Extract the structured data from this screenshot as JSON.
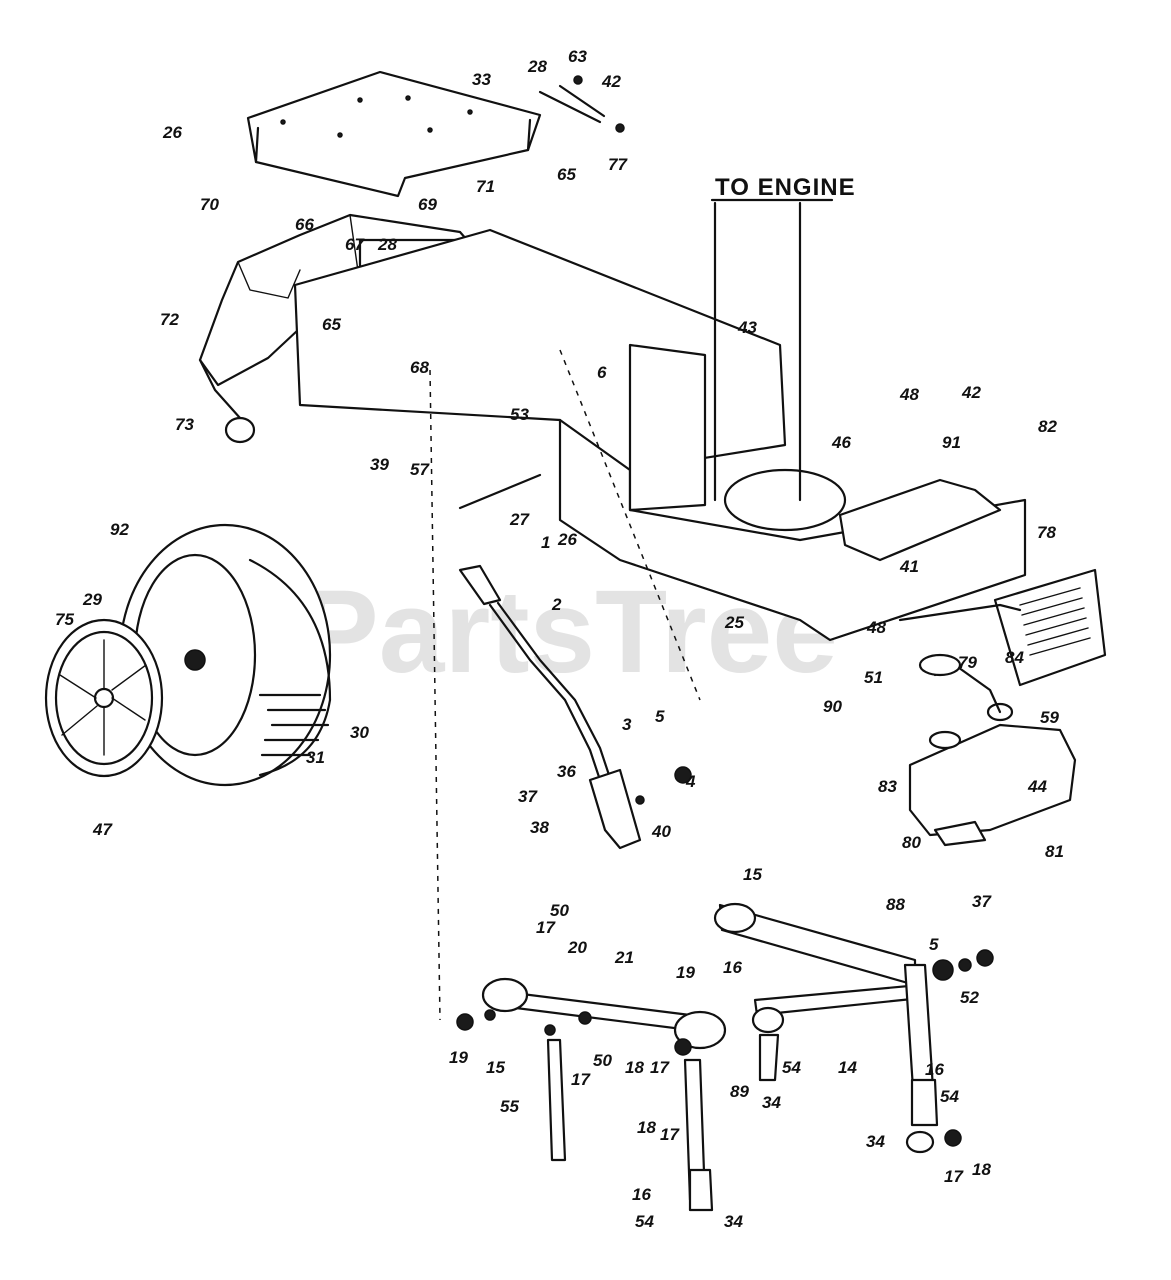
{
  "diagram": {
    "header_text": "TO ENGINE",
    "watermark": "PartsTree",
    "callouts": [
      "26",
      "33",
      "28",
      "63",
      "42",
      "65",
      "77",
      "71",
      "70",
      "66",
      "69",
      "67",
      "28",
      "65",
      "72",
      "68",
      "73",
      "39",
      "57",
      "6",
      "43",
      "53",
      "26",
      "27",
      "48",
      "46",
      "42",
      "82",
      "91",
      "78",
      "41",
      "48",
      "51",
      "25",
      "79",
      "84",
      "59",
      "92",
      "29",
      "75",
      "47",
      "30",
      "31",
      "1",
      "2",
      "5",
      "3",
      "36",
      "4",
      "37",
      "38",
      "40",
      "90",
      "83",
      "44",
      "80",
      "81",
      "15",
      "37",
      "88",
      "50",
      "17",
      "20",
      "21",
      "19",
      "16",
      "5",
      "52",
      "19",
      "15",
      "18",
      "17",
      "89",
      "54",
      "14",
      "16",
      "34",
      "54",
      "55",
      "17",
      "50",
      "18",
      "17",
      "34",
      "17",
      "18",
      "16",
      "54",
      "34"
    ]
  }
}
